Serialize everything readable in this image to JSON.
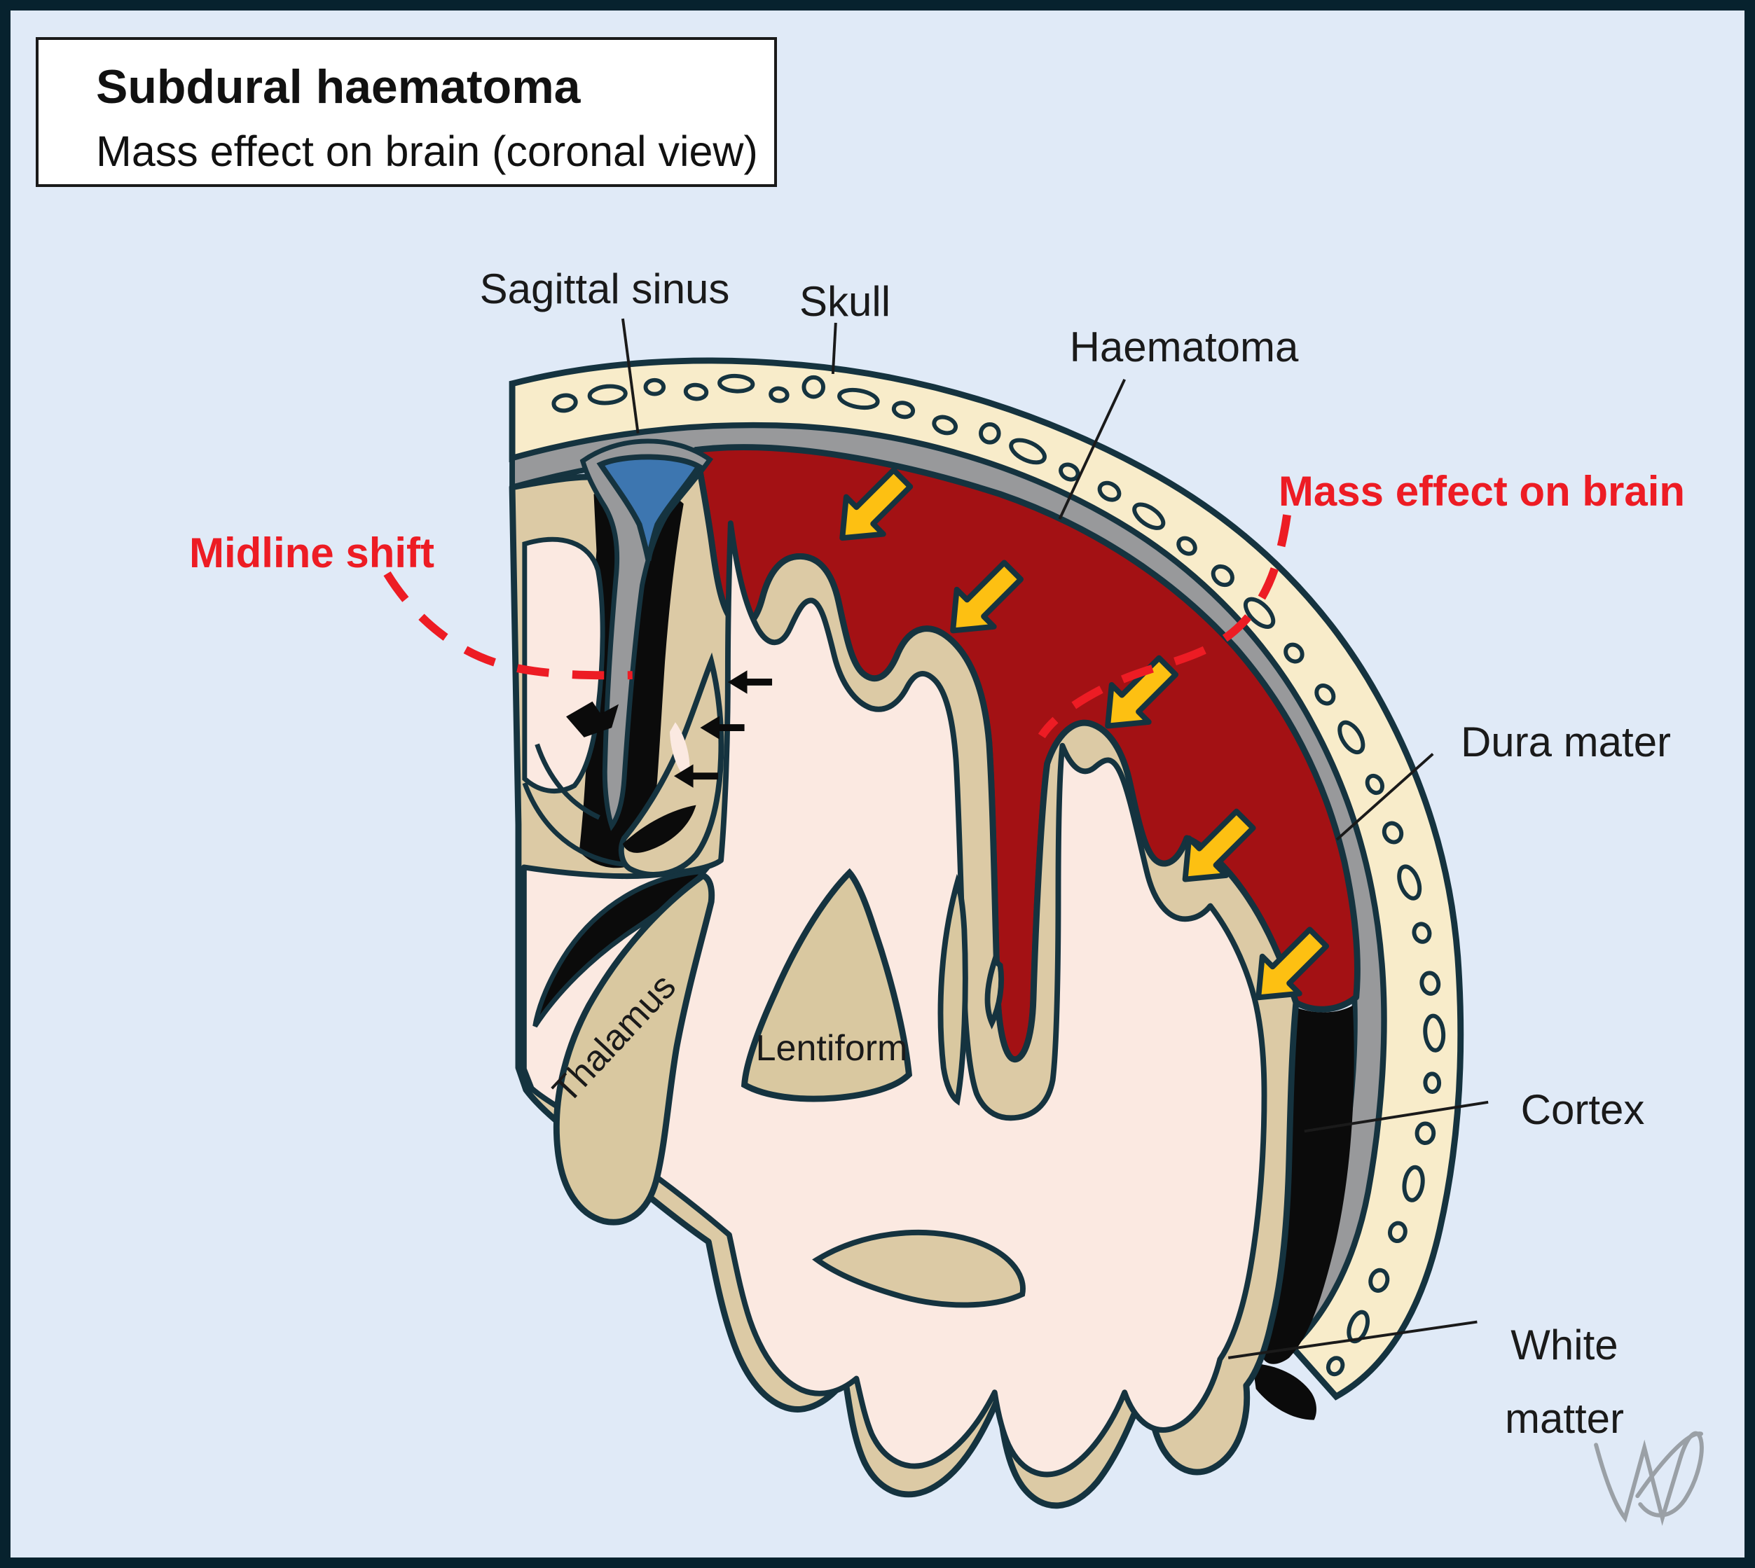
{
  "title": {
    "heading": "Subdural haematoma",
    "subtitle": "Mass effect on brain (coronal view)"
  },
  "labels": {
    "sagittal_sinus": "Sagittal sinus",
    "skull": "Skull",
    "haematoma": "Haematoma",
    "dura_mater": "Dura mater",
    "cortex": "Cortex",
    "white_matter_line1": "White",
    "white_matter_line2": "matter",
    "thalamus": "Thalamus",
    "lentiform": "Lentiform"
  },
  "callouts": {
    "mass_effect": "Mass effect on brain",
    "midline_shift": "Midline shift"
  },
  "annotations": {
    "mass_effect_arrow_count": 5,
    "midline_shift_arrow_count": 3
  },
  "colors": {
    "background": "#e0eaf7",
    "frame": "#07222e",
    "outline": "#15333f",
    "skull_bone": "#f8ecca",
    "dura_mater": "#98999b",
    "haematoma": "#a31114",
    "cortex": "#dccaa5",
    "white_matter": "#fbe9e1",
    "sagittal_sinus": "#3d76b0",
    "compression_arrow": "#fdc012",
    "callout_red": "#ed1c24",
    "signature_gray": "#9aa0a6"
  }
}
